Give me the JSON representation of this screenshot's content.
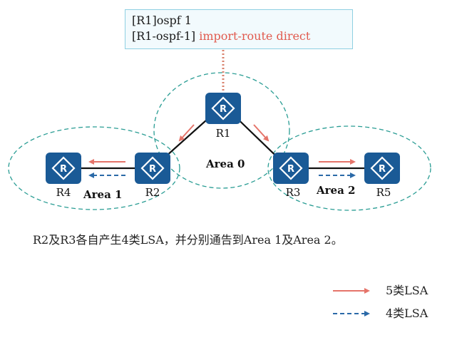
{
  "config": {
    "line1": "[R1]ospf 1",
    "line2_prefix": "[R1-ospf-1] ",
    "line2_command": "import-route direct"
  },
  "routers": {
    "r1": "R1",
    "r2": "R2",
    "r3": "R3",
    "r4": "R4",
    "r5": "R5"
  },
  "areas": {
    "area0": "Area 0",
    "area1": "Area 1",
    "area2": "Area 2"
  },
  "caption": "R2及R3各自产生4类LSA，并分别通告到Area 1及Area 2。",
  "legend": {
    "type5": "5类LSA",
    "type4": "4类LSA"
  },
  "colors": {
    "router_fill": "#1a5a96",
    "area_border": "#2a9d94",
    "type5_arrow": "#e5746a",
    "type4_arrow": "#2b6aa8",
    "highlight_text": "#e15a4e"
  },
  "icons": {
    "router": "router-icon"
  }
}
